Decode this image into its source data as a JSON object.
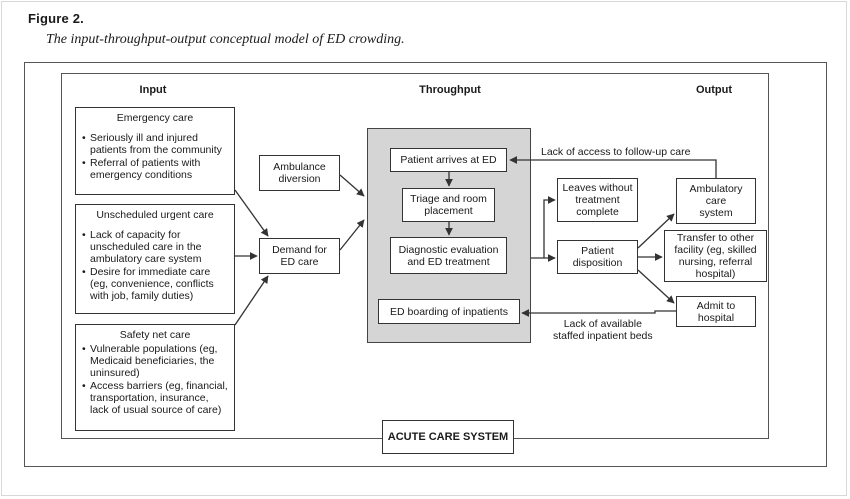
{
  "figure": {
    "label": "Figure 2.",
    "caption": "The input-throughput-output conceptual model of ED crowding."
  },
  "columns": {
    "input": "Input",
    "throughput": "Throughput",
    "output": "Output"
  },
  "input_boxes": {
    "emergency": {
      "title": "Emergency care",
      "items": [
        "Seriously ill and injured patients from the community",
        "Referral of patients with emergency conditions"
      ]
    },
    "urgent": {
      "title": "Unscheduled urgent care",
      "items": [
        "Lack of capacity for unscheduled care in the ambulatory care system",
        "Desire for immediate care (eg, convenience, conflicts with job, family duties)"
      ]
    },
    "safety": {
      "title": "Safety net care",
      "items": [
        "Vulnerable populations (eg, Medicaid beneficiaries, the uninsured)",
        "Access barriers (eg, financial, transportation, insurance, lack of usual source of care)"
      ]
    }
  },
  "nodes": {
    "ambulance": "Ambulance\ndiversion",
    "demand": "Demand for\nED care",
    "arrives": "Patient arrives at ED",
    "triage": "Triage and room\nplacement",
    "diagnostic": "Diagnostic evaluation\nand ED treatment",
    "boarding": "ED boarding of inpatients",
    "leaves": "Leaves without\ntreatment\ncomplete",
    "disposition": "Patient\ndisposition",
    "ambulatory": "Ambulatory\ncare\nsystem",
    "transfer": "Transfer to other\nfacility (eg, skilled\nnursing, referral\nhospital)",
    "admit": "Admit to\nhospital"
  },
  "annotations": {
    "followup": "Lack of access to follow-up care",
    "beds": "Lack of available\nstaffed inpatient beds"
  },
  "system_label": "ACUTE CARE SYSTEM",
  "colors": {
    "line": "#333333",
    "throughput_panel": "#d5d5d5"
  }
}
